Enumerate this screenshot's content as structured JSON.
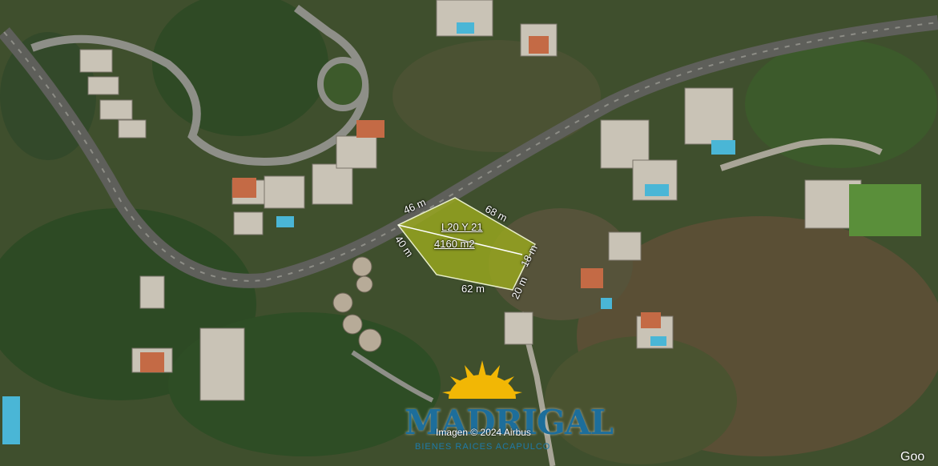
{
  "map": {
    "lot": {
      "name": "L20 Y 21",
      "area": "4160 m2",
      "fill_color": "#9aa81e"
    },
    "dimensions": {
      "top_left": "46 m",
      "top_right": "68 m",
      "left": "40 m",
      "right": "18 m",
      "bottom": "62 m",
      "bottom_right": "20 m"
    },
    "logo": {
      "name": "MADRIGAL",
      "tagline": "BIENES RAICES ACAPULCO",
      "brand_color": "#1d6e9b",
      "sun_color": "#f2b705"
    },
    "imagery_credit": "Imagen © 2024 Airbus",
    "provider": "Goo"
  }
}
